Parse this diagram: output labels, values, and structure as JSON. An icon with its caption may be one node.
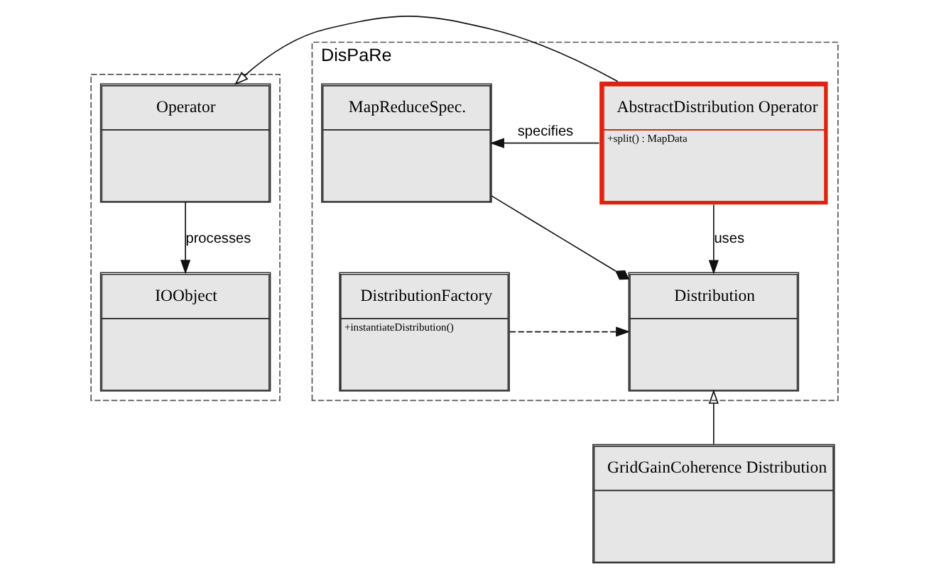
{
  "diagram": {
    "nodes": [
      {
        "text": [],
        "shape": "box"
      },
      {
        "text": [
          "Operator"
        ],
        "in": 0
      },
      {
        "text": [
          "IOObject"
        ],
        "in": 0
      },
      {
        "text": [
          "DisPaRe"
        ]
      },
      {
        "text": [
          "AbstractDistribution Operator",
          "+split() : MapData"
        ],
        "in": 3
      },
      {
        "text": [
          "MapReduceSpec."
        ],
        "in": 3
      },
      {
        "text": [
          "Distribution"
        ],
        "in": 3
      },
      {
        "text": [
          "DistributionFactory",
          "+instantiateDistribution()"
        ],
        "in": 3
      },
      {
        "text": [
          "GridGainCoherence Distribution"
        ]
      }
    ],
    "edges": [
      {
        "from": 4,
        "to": 1,
        "arrow": "to"
      },
      {
        "from": 1,
        "to": 2,
        "arrow": "to",
        "label": "processes"
      },
      {
        "from": 4,
        "to": 5,
        "arrow": "to",
        "label": "specifies"
      },
      {
        "from": 4,
        "to": 6,
        "arrow": "to",
        "label": "uses"
      },
      {
        "from": 6,
        "to": 5,
        "arrow": "other"
      },
      {
        "from": 7,
        "to": 6,
        "arrow": "to",
        "style": "dashed"
      },
      {
        "from": 8,
        "to": 6,
        "arrow": "to"
      }
    ]
  }
}
